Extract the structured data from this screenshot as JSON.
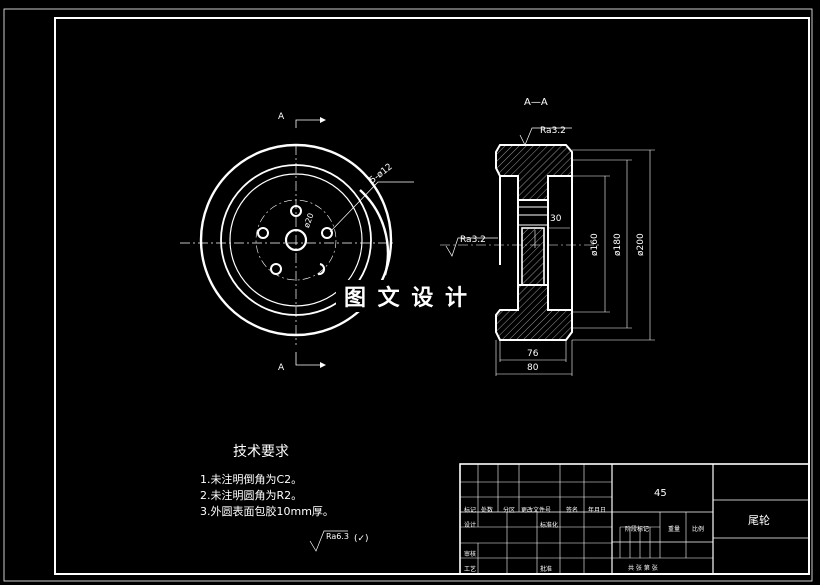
{
  "section_label": "A—A",
  "cut_label_top": "A",
  "cut_label_bottom": "A",
  "roughness_top": "Ra3.2",
  "roughness_left": "Ra3.2",
  "hole_callout": "5-ø12",
  "center_dim": "ø20",
  "dim_30": "30",
  "dim_d160": "ø160",
  "dim_d180": "ø180",
  "dim_d200": "ø200",
  "dim_76": "76",
  "dim_80": "80",
  "watermark": "图 文 设 计",
  "tech_title": "技术要求",
  "tech_items": [
    "1.未注明倒角为C2。",
    "2.未注明圆角为R2。",
    "3.外圆表面包胶10mm厚。"
  ],
  "roughness_general": "Ra6.3",
  "roughness_general_suffix": "(✓)",
  "title_block": {
    "material": "45",
    "part_name": "尾轮",
    "row_labels": [
      "标记",
      "处数",
      "分区",
      "更改文件号",
      "签名",
      "年月日"
    ],
    "design": "设计",
    "standard": "标准化",
    "stage": "阶段标记",
    "weight": "重量",
    "scale": "比例",
    "review": "审核",
    "process": "工艺",
    "approve": "批准",
    "sheets": "共  张  第  张"
  }
}
